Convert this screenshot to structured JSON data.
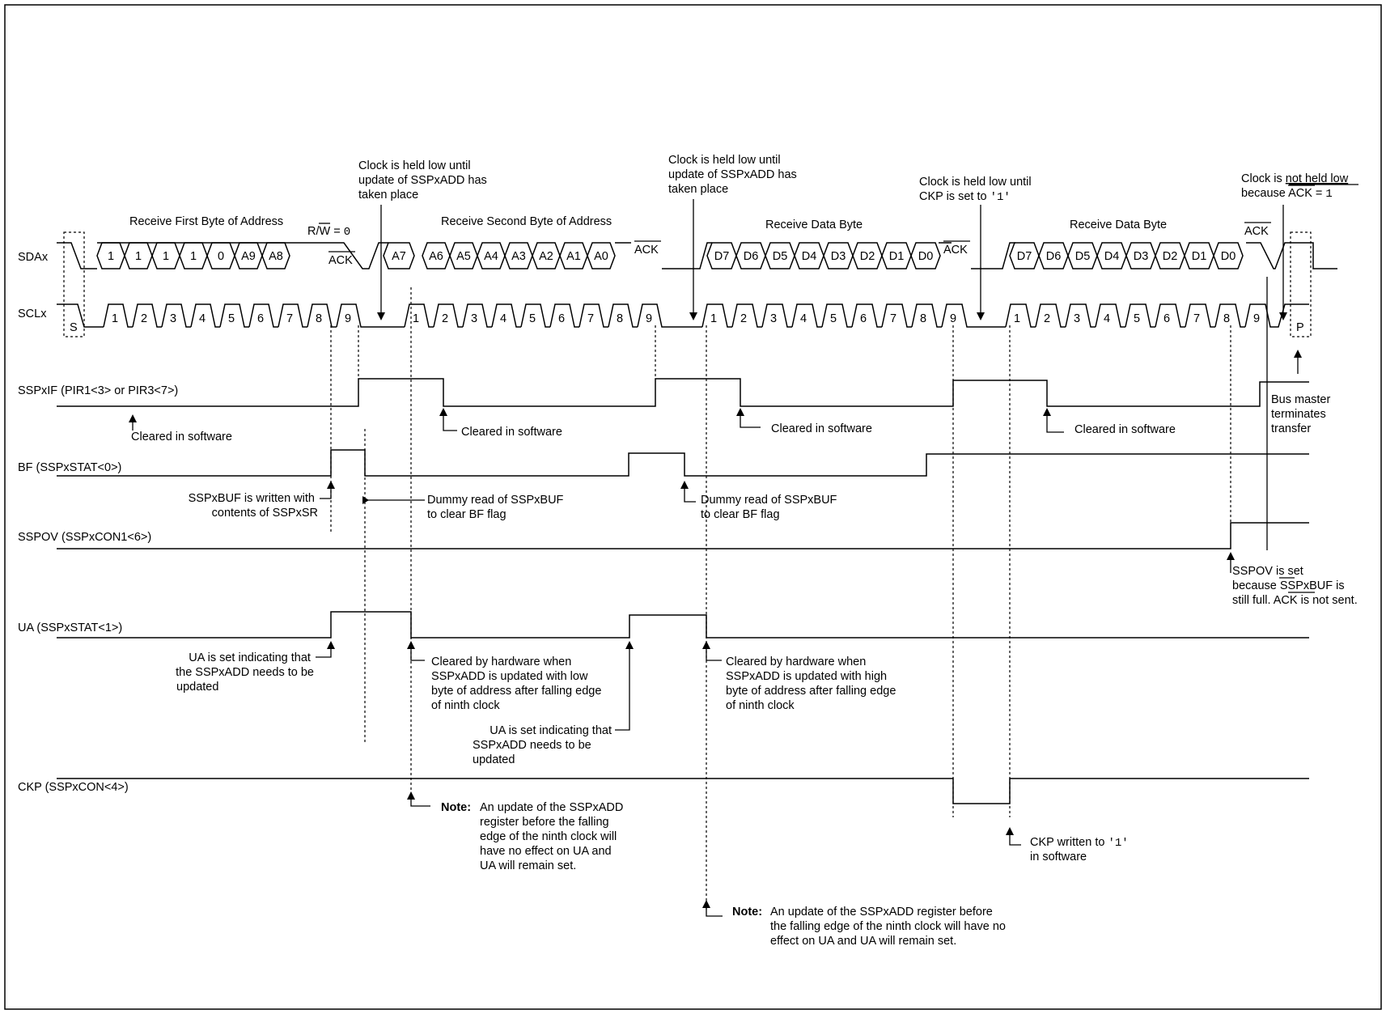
{
  "signals": {
    "sda": "SDAx",
    "scl": "SCLx",
    "sspif": "SSPxIF (PIR1<3> or PIR3<7>)",
    "bf": "BF (SSPxSTAT<0>)",
    "sspov": "SSPOV (SSPxCON1<6>)",
    "ua": "UA (SSPxSTAT<1>)",
    "ckp": "CKP (SSPxCON<4>)"
  },
  "sections": {
    "first_addr": "Receive First Byte of Address",
    "second_addr": "Receive Second Byte of Address",
    "data1": "Receive Data Byte",
    "data2": "Receive Data Byte"
  },
  "sda_bytes": {
    "first": [
      "1",
      "1",
      "1",
      "1",
      "0",
      "A9",
      "A8"
    ],
    "second_a7": "A7",
    "second": [
      "A6",
      "A5",
      "A4",
      "A3",
      "A2",
      "A1",
      "A0"
    ],
    "data": [
      "D7",
      "D6",
      "D5",
      "D4",
      "D3",
      "D2",
      "D1",
      "D0"
    ]
  },
  "labels": {
    "ack": "ACK",
    "rw_pre": "R/",
    "rw_bar": "W",
    "rw_eq": " = ",
    "rw_val": "0",
    "start": "S",
    "stop": "P",
    "clock_digits": [
      "1",
      "2",
      "3",
      "4",
      "5",
      "6",
      "7",
      "8",
      "9"
    ]
  },
  "annotations": {
    "clock_held_1": [
      "Clock is held low until",
      "update of SSPxADD has",
      "taken place"
    ],
    "clock_held_2": [
      "Clock is held low until",
      "update of SSPxADD has",
      "taken place"
    ],
    "clock_held_ckp": [
      "Clock is held low until",
      "CKP is set to "
    ],
    "ckp_val": "'1'",
    "clock_not_held_l1_pre": "Clock is ",
    "clock_not_held_l1_u": "not held low",
    "clock_not_held_l2_pre": "because ",
    "clock_not_held_l2_ack": "ACK",
    "clock_not_held_l2_eq": " = ",
    "clock_not_held_l2_val": "1",
    "cleared_sw": "Cleared in software",
    "bus_master": [
      "Bus master",
      "terminates",
      "transfer"
    ],
    "sspbuf_written": [
      "SSPxBUF is written with",
      "contents of SSPxSR"
    ],
    "dummy_read": [
      "Dummy read of SSPxBUF",
      "to clear BF flag"
    ],
    "sspov_set_l1": "SSPOV is set",
    "sspov_set_l2_pre": "because ",
    "sspov_set_l2_u": "SS",
    "sspov_set_l2_post": "PxBUF is",
    "sspov_set_l3_pre": "still full. ",
    "sspov_set_l3_ack": "ACK",
    "sspov_set_l3_post": " is not sent.",
    "ua_set_1": [
      "UA is set indicating that",
      "the SSPxADD needs to be",
      "updated"
    ],
    "ua_cleared_low": [
      "Cleared by hardware when",
      "SSPxADD is updated with low",
      "byte of address after falling edge",
      "of ninth clock"
    ],
    "ua_cleared_high": [
      "Cleared by hardware when",
      "SSPxADD is updated with high",
      "byte of address after falling edge",
      "of ninth clock"
    ],
    "ua_set_2": [
      "UA is set indicating that",
      "SSPxADD needs to be",
      "updated"
    ],
    "ckp_written": "CKP written to ",
    "ckp_written_val": "'1'",
    "in_software": "in software",
    "note_label": "Note:",
    "note1": [
      "An update of the SSPxADD",
      "register  before  the  falling",
      "edge of the ninth clock will",
      "have no effect on UA and",
      "UA will remain set."
    ],
    "note2": [
      "An update of the SSPxADD register before",
      "the falling edge of the ninth clock will have no",
      "effect on UA and UA will remain set."
    ]
  }
}
